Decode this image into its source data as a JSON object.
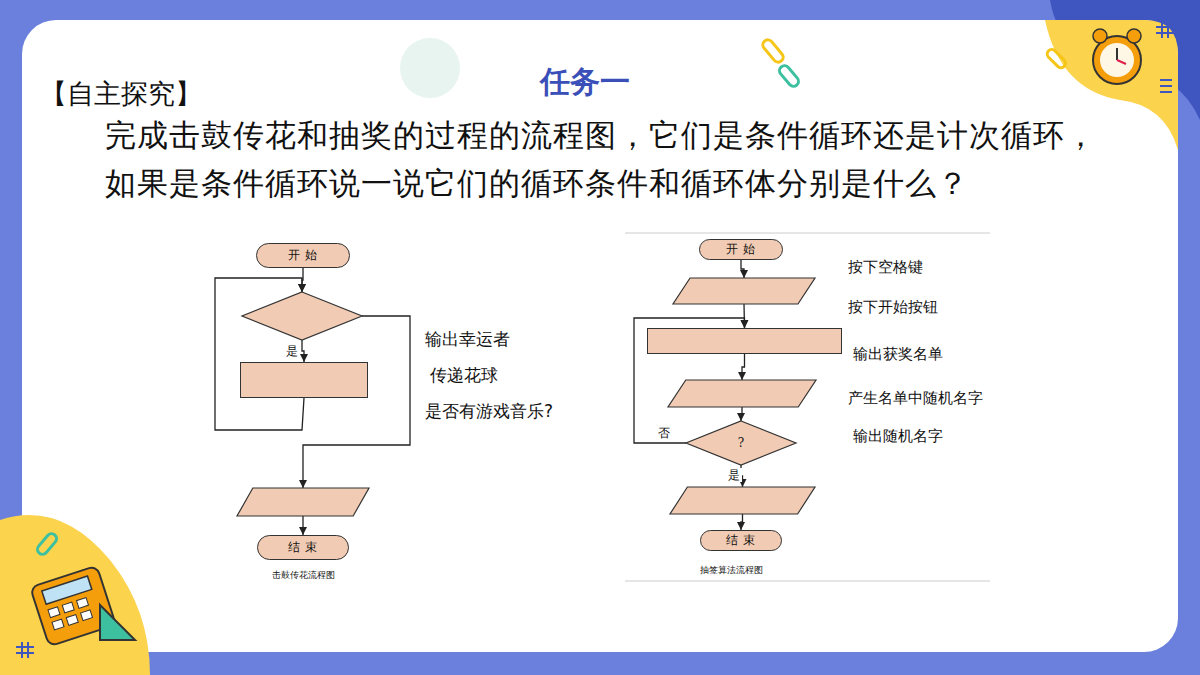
{
  "diagram": {
    "title": "任务一",
    "nodes": [
      {
        "text": [
          "开 始"
        ]
      },
      {
        "text": []
      },
      {
        "text": []
      },
      {
        "text": []
      },
      {
        "text": [
          "结 束"
        ]
      },
      {
        "text": [
          "开 始"
        ]
      },
      {
        "text": []
      },
      {
        "text": []
      },
      {
        "text": []
      },
      {
        "text": [
          "?"
        ]
      },
      {
        "text": []
      },
      {
        "text": [
          "结 束"
        ]
      }
    ],
    "edges": [
      {
        "from": 0,
        "to": 1,
        "arrow": "to"
      },
      {
        "from": 1,
        "to": 2,
        "label": "是",
        "arrow": "to"
      },
      {
        "from": 2,
        "to": 1,
        "arrow": "to"
      },
      {
        "from": 1,
        "to": 3,
        "arrow": "to"
      },
      {
        "from": 3,
        "to": 4,
        "arrow": "to"
      },
      {
        "from": 5,
        "to": 6,
        "arrow": "to"
      },
      {
        "from": 6,
        "to": 7,
        "arrow": "to"
      },
      {
        "from": 7,
        "to": 8,
        "arrow": "to"
      },
      {
        "from": 8,
        "to": 9,
        "arrow": "to"
      },
      {
        "from": 9,
        "to": 10,
        "label": "是",
        "arrow": "to"
      },
      {
        "from": 9,
        "to": 7,
        "label": "否",
        "arrow": "to"
      },
      {
        "from": 10,
        "to": 11,
        "arrow": "to"
      }
    ],
    "labels": [
      "【自主探究】",
      "完成击鼓传花和抽奖的过程的流程图，它们是条件循环还是计次循环，如果是条件循环说一说它们的循环条件和循环体分别是什么？",
      "输出幸运者",
      "传递花球",
      "是否有游戏音乐?",
      "击鼓传花流程图",
      "按下空格键",
      "按下开始按钮",
      "输出获奖名单",
      "产生名单中随机名字",
      "输出随机名字",
      "抽签算法流程图"
    ]
  }
}
